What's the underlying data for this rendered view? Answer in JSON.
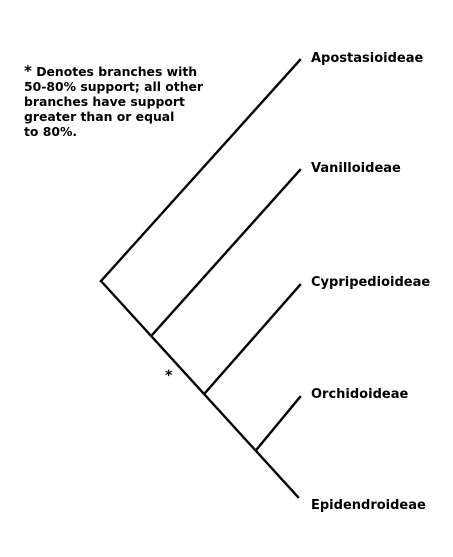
{
  "legend": {
    "asterisk": "*",
    "lines": [
      "Denotes branches with",
      "50-80% support; all other",
      "branches have support",
      "greater than or equal",
      "to 80%."
    ]
  },
  "taxa": [
    "Apostasioideae",
    "Vanilloideae",
    "Cypripedioideae",
    "Orchidoideae",
    "Epidendroideae"
  ],
  "support_marker": "*"
}
